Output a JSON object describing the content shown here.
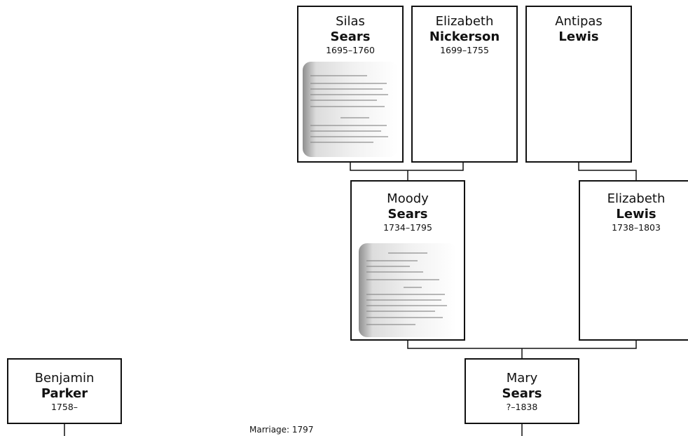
{
  "people": {
    "silas": {
      "given": "Silas",
      "surname": "Sears",
      "dates": "1695–1760"
    },
    "elizabeth_n": {
      "given": "Elizabeth",
      "surname": "Nickerson",
      "dates": "1699–1755"
    },
    "antipas": {
      "given": "Antipas",
      "surname": "Lewis",
      "dates": ""
    },
    "moody": {
      "given": "Moody",
      "surname": "Sears",
      "dates": "1734–1795"
    },
    "elizabeth_l": {
      "given": "Elizabeth",
      "surname": "Lewis",
      "dates": "1738–1803"
    },
    "benjamin": {
      "given": "Benjamin",
      "surname": "Parker",
      "dates": "1758–"
    },
    "mary": {
      "given": "Mary",
      "surname": "Sears",
      "dates": "?–1838"
    }
  },
  "marriage": {
    "label": "Marriage: 1797"
  },
  "colors": {
    "line": "#111111",
    "card_border": "#111111",
    "background": "#ffffff"
  }
}
